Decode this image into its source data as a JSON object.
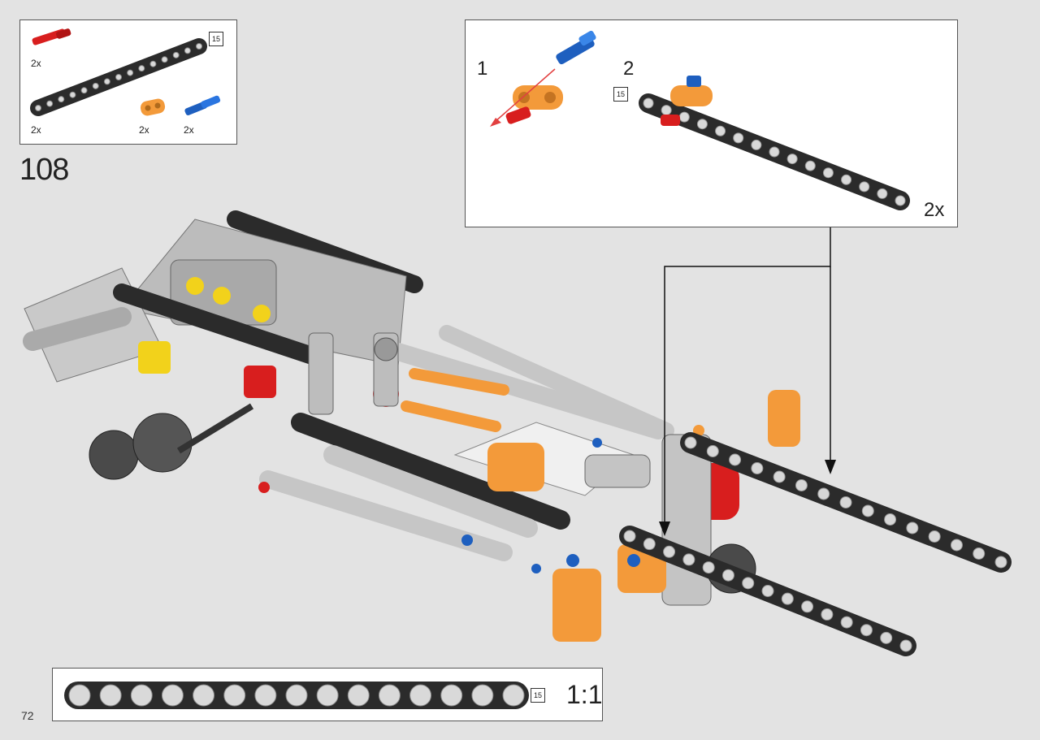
{
  "step": {
    "number": "108"
  },
  "page": {
    "number": "72"
  },
  "parts_callout": {
    "items": [
      {
        "name": "red-axle-pin",
        "qty": "2x",
        "color": "#d81e1e"
      },
      {
        "name": "black-beam-15",
        "qty": "2x",
        "color": "#2b2b2b",
        "length_tag": "15"
      },
      {
        "name": "orange-connector",
        "qty": "2x",
        "color": "#f39a3a"
      },
      {
        "name": "blue-axle-pin",
        "qty": "2x",
        "color": "#1e5fbf"
      }
    ]
  },
  "substep_callout": {
    "step1_label": "1",
    "step2_label": "2",
    "beam_tag": "15",
    "multiplier": "2x"
  },
  "scale_ruler": {
    "holes": 15,
    "length_tag": "15",
    "scale_label": "1:1"
  },
  "colors": {
    "background": "#e3e3e3",
    "beam_black": "#2b2b2b",
    "beam_gray": "#c6c6c6",
    "orange": "#f39a3a",
    "red": "#d81e1e",
    "blue": "#1e5fbf",
    "yellow": "#f2d21b"
  }
}
